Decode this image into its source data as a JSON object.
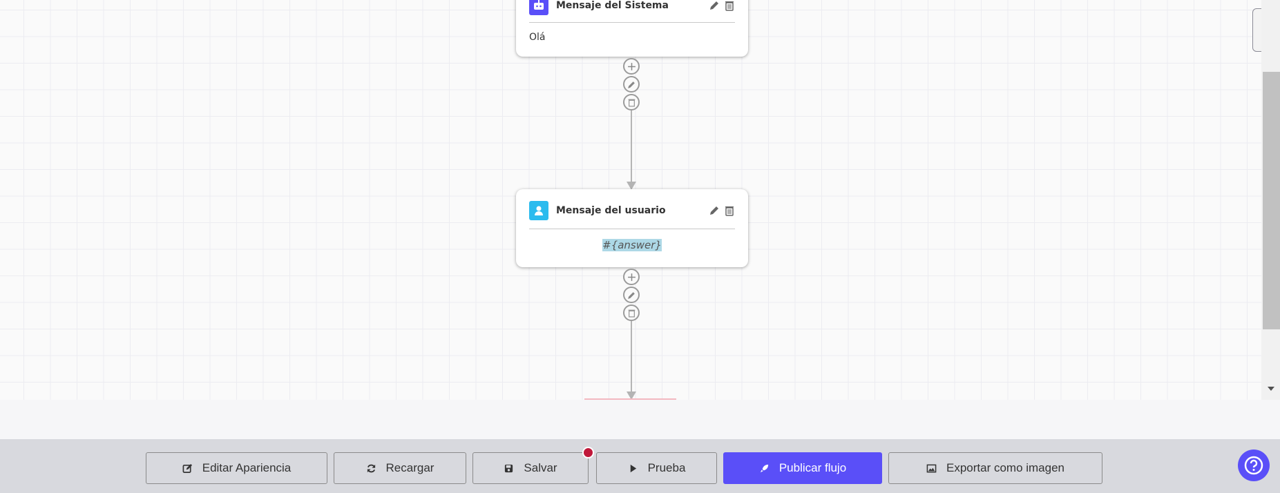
{
  "nodes": [
    {
      "title": "Mensaje del Sistema",
      "type": "system",
      "icon": "robot-icon",
      "color": "#5a4ff8",
      "content": "Olá"
    },
    {
      "title": "Mensaje del usuario",
      "type": "user",
      "icon": "user-icon",
      "color": "#2bbbee",
      "content": "#{answer}"
    }
  ],
  "toolbar": {
    "edit_appearance": "Editar Apariencia",
    "reload": "Recargar",
    "save": "Salvar",
    "test": "Prueba",
    "publish": "Publicar flujo",
    "export": "Exportar como imagen"
  },
  "colors": {
    "accent": "#5a4ff8",
    "unsaved_dot": "#c0183a",
    "highlight": "#add8e6"
  }
}
